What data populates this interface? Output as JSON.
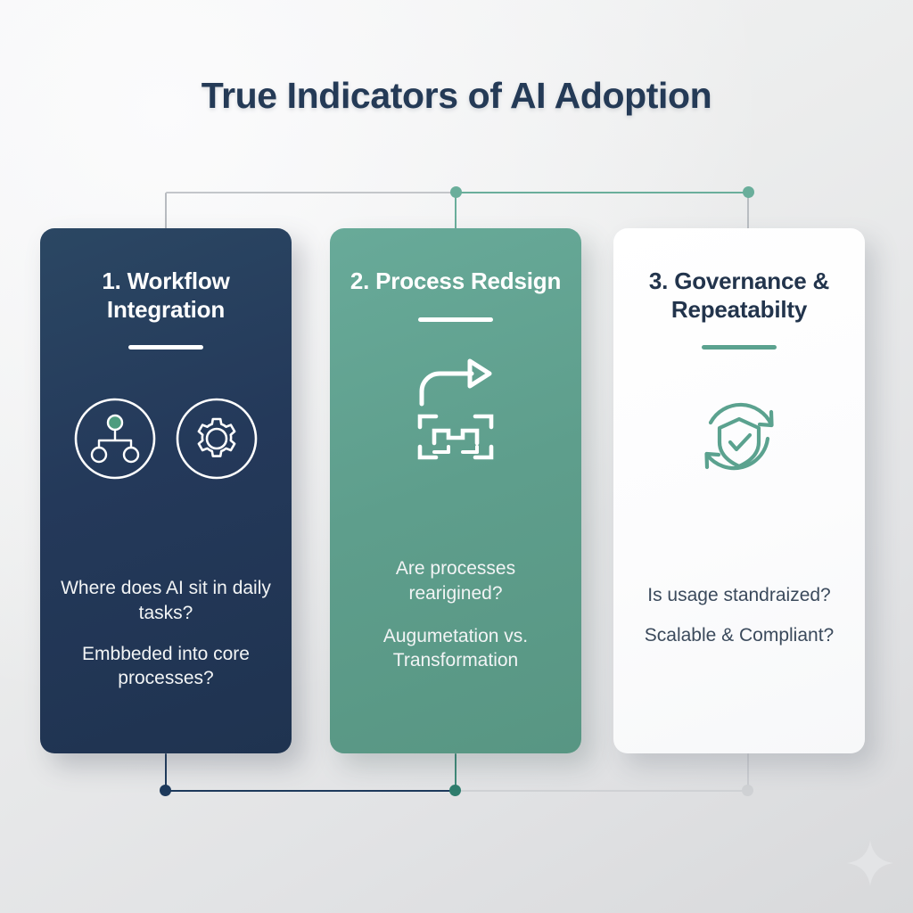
{
  "title": "True Indicators of AI Adoption",
  "theme": {
    "navy": "#24395a",
    "teal": "#5e9e8c",
    "white": "#ffffff",
    "title_color": "#243a56",
    "accent_green": "#5ba28f",
    "rail_gray": "#c3c6ca"
  },
  "cards": [
    {
      "title": "1. Workflow Integration",
      "icons": [
        "hierarchy-icon",
        "gear-icon"
      ],
      "body": [
        "Where does AI sit in daily tasks?",
        "Embbeded into core processes?"
      ]
    },
    {
      "title": "2. Process Redsign",
      "icons": [
        "curved-arrow-icon",
        "blueprint-icon"
      ],
      "body": [
        "Are processes rearigined?",
        "Augumetation vs. Transformation"
      ]
    },
    {
      "title": "3. Governance & Repeatabilty",
      "icons": [
        "shield-check-refresh-icon"
      ],
      "body": [
        "Is usage standraized?",
        "Scalable & Compliant?"
      ]
    }
  ],
  "decorations": {
    "sparkle": "four-point-star"
  }
}
